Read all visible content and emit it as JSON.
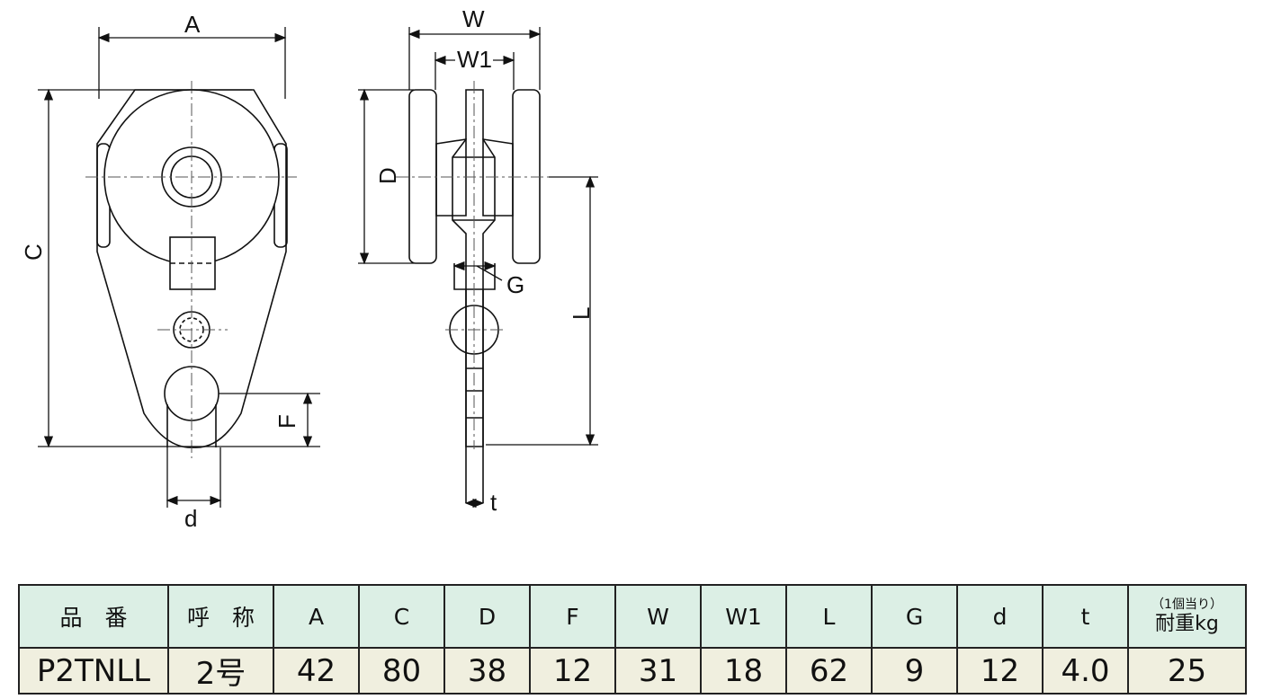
{
  "labels": {
    "A": "A",
    "C": "C",
    "d": "d",
    "F": "F",
    "W": "W",
    "W1": "W1",
    "D": "D",
    "G": "G",
    "L": "L",
    "t": "t"
  },
  "table": {
    "headers": {
      "part_no": "品　番",
      "size": "呼　称",
      "A": "A",
      "C": "C",
      "D": "D",
      "F": "F",
      "W": "W",
      "W1": "W1",
      "L": "L",
      "G": "G",
      "d": "d",
      "t": "t",
      "load_note": "（1個当り）",
      "load": "耐重kg"
    },
    "row": {
      "part_no": "P2TNLL",
      "size": "2号",
      "A": "42",
      "C": "80",
      "D": "38",
      "F": "12",
      "W": "31",
      "W1": "18",
      "L": "62",
      "G": "9",
      "d": "12",
      "t": "4.0",
      "load": "25"
    }
  }
}
